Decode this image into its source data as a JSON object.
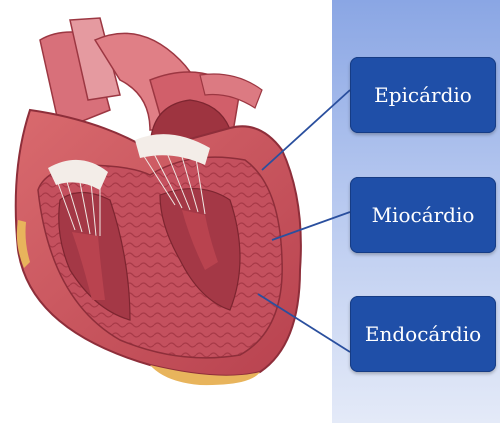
{
  "labels": {
    "epicardio": "Epicárdio",
    "miocardio": "Miocárdio",
    "endocardio": "Endocárdio"
  },
  "colors": {
    "label_box": "#1f4fa8",
    "label_text": "#ffffff",
    "panel_top": "#8aa6e4",
    "panel_bottom": "#e4eaf8",
    "leader_line": "#2a4f9e",
    "muscle": "#c4505e",
    "muscle_dark": "#8e2e3a",
    "fat": "#e8b45c"
  }
}
